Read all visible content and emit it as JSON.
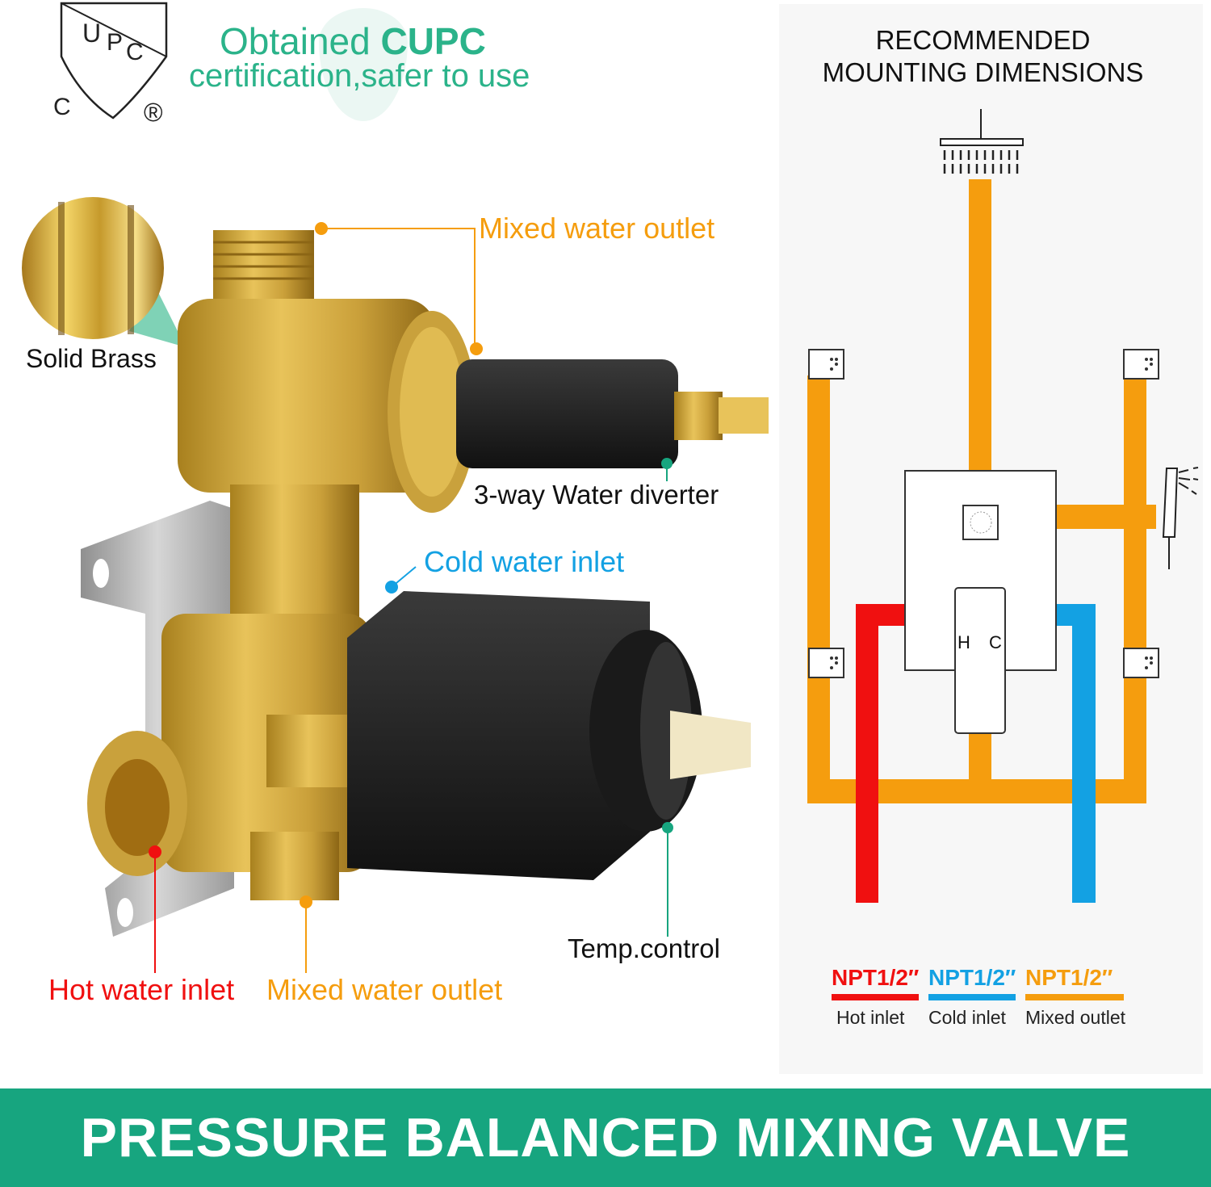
{
  "certification": {
    "logo_text": "UPC C ®",
    "line1_prefix": "Obtained ",
    "line1_bold": "CUPC",
    "line2": "certification,safer to use"
  },
  "material": {
    "label": "Solid Brass"
  },
  "callouts": {
    "mixed_outlet_top": "Mixed water outlet",
    "diverter": "3-way Water diverter",
    "cold_inlet": "Cold water inlet",
    "hot_inlet": "Hot water inlet",
    "mixed_outlet_bottom": "Mixed water outlet",
    "temp_control": "Temp.control"
  },
  "diagram": {
    "title_line1": "RECOMMENDED",
    "title_line2": "MOUNTING DIMENSIONS",
    "handle_h": "H",
    "handle_c": "C",
    "legend": [
      {
        "size": "NPT1/2″",
        "label": "Hot inlet",
        "color": "#f01010"
      },
      {
        "size": "NPT1/2″",
        "label": "Cold inlet",
        "color": "#13a1e3"
      },
      {
        "size": "NPT1/2″",
        "label": "Mixed outlet",
        "color": "#f59d0e"
      }
    ]
  },
  "colors": {
    "brand_green": "#17a57f",
    "hot": "#f01010",
    "cold": "#13a1e3",
    "mixed": "#f59d0e"
  },
  "banner": {
    "title": "PRESSURE BALANCED MIXING VALVE"
  }
}
